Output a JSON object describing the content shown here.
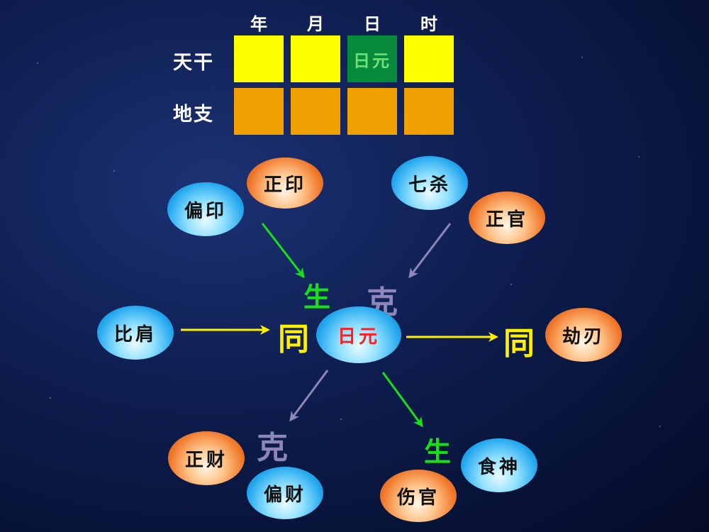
{
  "table": {
    "headers": [
      "年",
      "月",
      "日",
      "时"
    ],
    "rows": [
      {
        "label": "天干",
        "cells": [
          "",
          "",
          "日元",
          ""
        ]
      },
      {
        "label": "地支",
        "cells": [
          "",
          "",
          "",
          ""
        ]
      }
    ],
    "colors": {
      "tiangan": "#ffff00",
      "dizhi": "#f0a000",
      "riyuan": "#078a3a"
    }
  },
  "nodes": {
    "center": "日元",
    "zhengyin": "正印",
    "pianyin": "偏印",
    "qisha": "七杀",
    "zhengguan": "正官",
    "bijian": "比肩",
    "jieren": "劫刃",
    "zhengcai": "正财",
    "piancai": "偏财",
    "shishen": "食神",
    "shangguan": "伤官"
  },
  "relations": {
    "sheng_top": "生",
    "ke_top": "克",
    "tong_left": "同",
    "tong_right": "同",
    "ke_bottom": "克",
    "sheng_bottom": "生"
  },
  "colors": {
    "blue_node": "#24a8ee",
    "orange_node": "#f0782a",
    "sheng_arrow": "#16e016",
    "ke_arrow": "#8e86b8",
    "tong_arrow": "#ffef00"
  }
}
